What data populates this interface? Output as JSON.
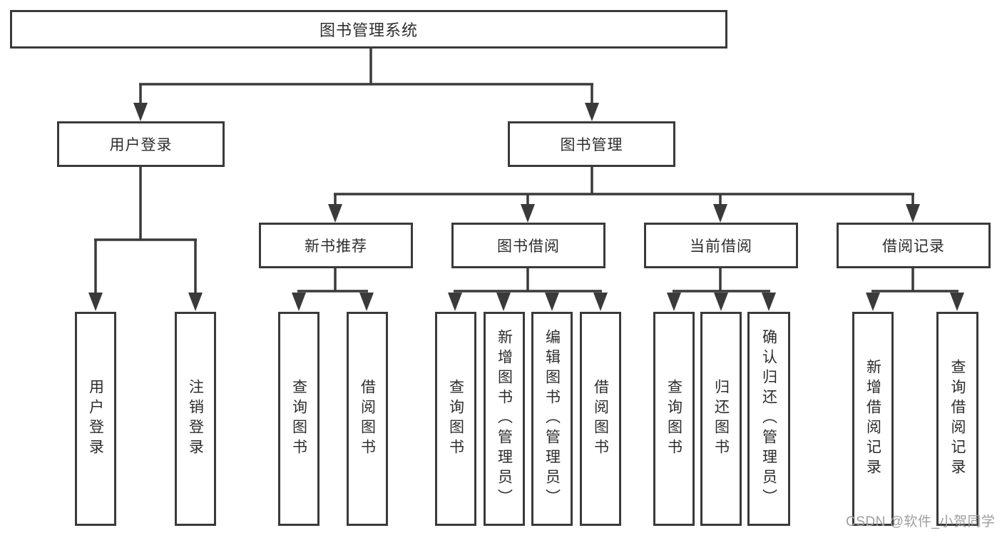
{
  "tree": {
    "root": {
      "label": "图书管理系统"
    },
    "branches": [
      {
        "label": "用户登录",
        "children": [
          {
            "label": "用户登录"
          },
          {
            "label": "注销登录"
          }
        ]
      },
      {
        "label": "图书管理",
        "groups": [
          {
            "label": "新书推荐",
            "children": [
              {
                "label": "查询图书"
              },
              {
                "label": "借阅图书"
              }
            ]
          },
          {
            "label": "图书借阅",
            "children": [
              {
                "label": "查询图书"
              },
              {
                "label": "新增图书（管理员）"
              },
              {
                "label": "编辑图书（管理员）"
              },
              {
                "label": "借阅图书"
              }
            ]
          },
          {
            "label": "当前借阅",
            "children": [
              {
                "label": "查询图书"
              },
              {
                "label": "归还图书"
              },
              {
                "label": "确认归还（管理员）"
              }
            ]
          },
          {
            "label": "借阅记录",
            "children": [
              {
                "label": "新增借阅记录"
              },
              {
                "label": "查询借阅记录"
              }
            ]
          }
        ]
      }
    ]
  },
  "watermark": {
    "text": "CSDN @软件_小贺同学"
  },
  "colors": {
    "line": "#3a3a3a",
    "border": "#3a3a3a",
    "text": "#2d2d2d",
    "watermark": "#9e9e9e",
    "background": "#ffffff"
  }
}
